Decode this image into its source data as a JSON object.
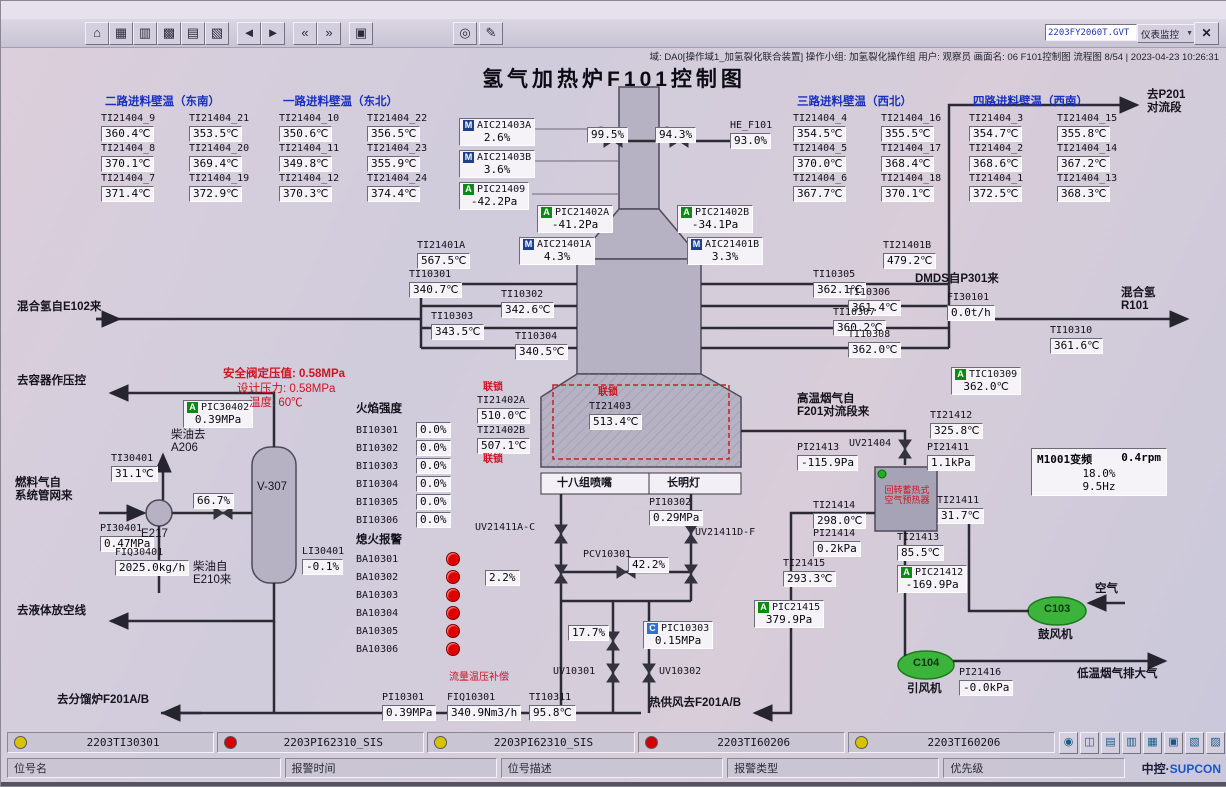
{
  "window": {
    "doc_field": "2203FY2060T.GVT",
    "view_combo": "仪表监控",
    "combo_arrow": "▼",
    "close_label": "✕"
  },
  "toolbar_icons": [
    {
      "name": "home",
      "glyph": "⌂"
    },
    {
      "name": "overview",
      "glyph": "▦"
    },
    {
      "name": "display",
      "glyph": "▥"
    },
    {
      "name": "windows",
      "glyph": "▩"
    },
    {
      "name": "trend",
      "glyph": "▤"
    },
    {
      "name": "group",
      "glyph": "▧"
    },
    {
      "name": "back",
      "glyph": "◄"
    },
    {
      "name": "forward",
      "glyph": "►"
    },
    {
      "name": "page-prev",
      "glyph": "«"
    },
    {
      "name": "page-next",
      "glyph": "»"
    },
    {
      "name": "report",
      "glyph": "▣"
    },
    {
      "name": "zoom",
      "glyph": "◎"
    },
    {
      "name": "edit",
      "glyph": "✎"
    }
  ],
  "header_info": "域: DA0[操作域1_加氢裂化联合装置]  操作小组: 加氢裂化操作组  用户: 观察员  画面名: 06 F101控制图  流程图 8/54 | 2023-04-23 10:26:31",
  "title": "氢气加热炉F101控制图",
  "wall_temp_groups": [
    {
      "title": "二路进料壁温（东南）",
      "cells": [
        [
          "TI21404_9",
          "360.4℃"
        ],
        [
          "TI21404_21",
          "353.5℃"
        ],
        [
          "TI21404_8",
          "370.1℃"
        ],
        [
          "TI21404_20",
          "369.4℃"
        ],
        [
          "TI21404_7",
          "371.4℃"
        ],
        [
          "TI21404_19",
          "372.9℃"
        ]
      ]
    },
    {
      "title": "一路进料壁温（东北）",
      "cells": [
        [
          "TI21404_10",
          "350.6℃"
        ],
        [
          "TI21404_22",
          "356.5℃"
        ],
        [
          "TI21404_11",
          "349.8℃"
        ],
        [
          "TI21404_23",
          "355.9℃"
        ],
        [
          "TI21404_12",
          "370.3℃"
        ],
        [
          "TI21404_24",
          "374.4℃"
        ]
      ]
    },
    {
      "title": "三路进料壁温（西北）",
      "cells": [
        [
          "TI21404_4",
          "354.5℃"
        ],
        [
          "TI21404_16",
          "355.5℃"
        ],
        [
          "TI21404_5",
          "370.0℃"
        ],
        [
          "TI21404_17",
          "368.4℃"
        ],
        [
          "TI21404_6",
          "367.7℃"
        ],
        [
          "TI21404_18",
          "370.1℃"
        ]
      ]
    },
    {
      "title": "四路进料壁温（西南）",
      "cells": [
        [
          "TI21404_3",
          "354.7℃"
        ],
        [
          "TI21404_15",
          "355.8℃"
        ],
        [
          "TI21404_2",
          "368.6℃"
        ],
        [
          "TI21404_14",
          "367.2℃"
        ],
        [
          "TI21404_1",
          "372.5℃"
        ],
        [
          "TI21404_13",
          "368.3℃"
        ]
      ]
    }
  ],
  "instruments": [
    {
      "id": "v99_5",
      "value": "99.5%"
    },
    {
      "id": "v94_3",
      "value": "94.3%"
    },
    {
      "id": "he_f101",
      "tag": "HE_F101",
      "value": "93.0%"
    },
    {
      "id": "aic21403a",
      "tag": "AIC21403A",
      "value": "2.6%",
      "badge": "M"
    },
    {
      "id": "aic21403b",
      "tag": "AIC21403B",
      "value": "3.6%",
      "badge": "M"
    },
    {
      "id": "pic21409",
      "tag": "PIC21409",
      "value": "-42.2Pa",
      "badge": "A"
    },
    {
      "id": "pic21402a",
      "tag": "PIC21402A",
      "value": "-41.2Pa",
      "badge": "A"
    },
    {
      "id": "pic21402b",
      "tag": "PIC21402B",
      "value": "-34.1Pa",
      "badge": "A"
    },
    {
      "id": "aic21401a",
      "tag": "AIC21401A",
      "value": "4.3%",
      "badge": "M"
    },
    {
      "id": "aic21401b",
      "tag": "AIC21401B",
      "value": "3.3%",
      "badge": "M"
    },
    {
      "id": "ti21401a",
      "tag": "TI21401A",
      "value": "567.5℃"
    },
    {
      "id": "ti21401b",
      "tag": "TI21401B",
      "value": "479.2℃"
    },
    {
      "id": "ti10301",
      "tag": "TI10301",
      "value": "340.7℃"
    },
    {
      "id": "ti10302",
      "tag": "TI10302",
      "value": "342.6℃"
    },
    {
      "id": "ti10303",
      "tag": "TI10303",
      "value": "343.5℃"
    },
    {
      "id": "ti10304",
      "tag": "TI10304",
      "value": "340.5℃"
    },
    {
      "id": "ti10305",
      "tag": "TI10305",
      "value": "362.1℃"
    },
    {
      "id": "ti10306",
      "tag": "TI10306",
      "value": "361.4℃"
    },
    {
      "id": "ti10307",
      "tag": "TI10307",
      "value": "360.2℃"
    },
    {
      "id": "ti10308",
      "tag": "TI10308",
      "value": "362.0℃"
    },
    {
      "id": "fi30101",
      "tag": "FI30101",
      "value": "0.0t/h"
    },
    {
      "id": "ti10310",
      "tag": "TI10310",
      "value": "361.6℃"
    },
    {
      "id": "ti21402a",
      "tag": "TI21402A",
      "value": "510.0℃"
    },
    {
      "id": "ti21402b",
      "tag": "TI21402B",
      "value": "507.1℃"
    },
    {
      "id": "ti21403",
      "tag": "TI21403",
      "value": "513.4℃"
    },
    {
      "id": "pi10302",
      "tag": "PI10302",
      "value": "0.29MPa"
    },
    {
      "id": "v2_2",
      "value": "2.2%"
    },
    {
      "id": "v42_2",
      "value": "42.2%"
    },
    {
      "id": "v17_7",
      "value": "17.7%"
    },
    {
      "id": "pic10303",
      "tag": "PIC10303",
      "value": "0.15MPa",
      "badge": "C"
    },
    {
      "id": "pi10301",
      "tag": "PI10301",
      "value": "0.39MPa"
    },
    {
      "id": "fiq10301",
      "tag": "FIQ10301",
      "value": "340.9Nm3/h"
    },
    {
      "id": "ti10311",
      "tag": "TI10311",
      "value": "95.8℃"
    },
    {
      "id": "tic10309",
      "tag": "TIC10309",
      "value": "362.0℃",
      "badge": "A"
    },
    {
      "id": "ti21412",
      "tag": "TI21412",
      "value": "325.8℃"
    },
    {
      "id": "pi21413",
      "tag": "PI21413",
      "value": "-115.9Pa"
    },
    {
      "id": "pi21411",
      "tag": "PI21411",
      "value": "1.1kPa"
    },
    {
      "id": "ti21414",
      "tag": "TI21414",
      "value": "298.0℃"
    },
    {
      "id": "pi21414",
      "tag": "PI21414",
      "value": "0.2kPa"
    },
    {
      "id": "ti21415",
      "tag": "TI21415",
      "value": "293.3℃"
    },
    {
      "id": "ti21411",
      "tag": "TI21411",
      "value": "31.7℃"
    },
    {
      "id": "ti21413",
      "tag": "TI21413",
      "value": "85.5℃"
    },
    {
      "id": "pic21412",
      "tag": "PIC21412",
      "value": "-169.9Pa",
      "badge": "A"
    },
    {
      "id": "pic21415",
      "tag": "PIC21415",
      "value": "379.9Pa",
      "badge": "A"
    },
    {
      "id": "pi21416",
      "tag": "PI21416",
      "value": "-0.0kPa"
    },
    {
      "id": "pic30402",
      "tag": "PIC30402",
      "value": "0.39MPa",
      "badge": "A"
    },
    {
      "id": "ti30401",
      "tag": "TI30401",
      "value": "31.1℃"
    },
    {
      "id": "v66_7",
      "value": "66.7%"
    },
    {
      "id": "pi30401",
      "tag": "PI30401",
      "value": "0.47MPa"
    },
    {
      "id": "fiq30401",
      "tag": "FIQ30401",
      "value": "2025.0kg/h"
    },
    {
      "id": "li30401",
      "tag": "LI30401",
      "value": "-0.1%"
    }
  ],
  "flame_intensity": {
    "label": "火焰强度",
    "rows": [
      [
        "BI10301",
        "0.0%"
      ],
      [
        "BI10302",
        "0.0%"
      ],
      [
        "BI10303",
        "0.0%"
      ],
      [
        "BI10304",
        "0.0%"
      ],
      [
        "BI10305",
        "0.0%"
      ],
      [
        "BI10306",
        "0.0%"
      ]
    ]
  },
  "flameout_alarms": {
    "label": "熄火报警",
    "rows": [
      "BA10301",
      "BA10302",
      "BA10303",
      "BA10304",
      "BA10305",
      "BA10306"
    ]
  },
  "vfd": {
    "tag": "M1001变频",
    "rpm": "0.4rpm",
    "percent": "18.0%",
    "freq": "9.5Hz"
  },
  "labels": [
    {
      "id": "goto_p201",
      "text": "去P201\n对流段",
      "cls": "bold"
    },
    {
      "id": "mix_h2_in",
      "text": "混合氢自E102来",
      "cls": "bold"
    },
    {
      "id": "dmds_in",
      "text": "DMDS自P301来",
      "cls": "bold"
    },
    {
      "id": "mix_h2_out",
      "text": "混合氢\nR101",
      "cls": "bold"
    },
    {
      "id": "to_pressure_ctrl",
      "text": "去容器作压控",
      "cls": "bold"
    },
    {
      "id": "safety_set",
      "text": "安全阀定压值: 0.58MPa",
      "cls": "red bold"
    },
    {
      "id": "design_press",
      "text": "设计压力: 0.58MPa",
      "cls": "red"
    },
    {
      "id": "temp60",
      "text": "温度: 60℃",
      "cls": "red"
    },
    {
      "id": "diesel_a206",
      "text": "柴油去\nA206"
    },
    {
      "id": "v307",
      "text": "V-307"
    },
    {
      "id": "e217",
      "text": "E217"
    },
    {
      "id": "fuel_gas_in",
      "text": "燃料气自\n系统管网来",
      "cls": "bold"
    },
    {
      "id": "diesel_e210",
      "text": "柴油自\nE210来"
    },
    {
      "id": "to_drain",
      "text": "去液体放空线",
      "cls": "bold"
    },
    {
      "id": "to_f201",
      "text": "去分馏炉F201A/B",
      "cls": "bold"
    },
    {
      "id": "comp_note",
      "text": "流量温压补偿",
      "cls": "red small"
    },
    {
      "id": "hot_air",
      "text": "热供风去F201A/B",
      "cls": "bold"
    },
    {
      "id": "flue_in",
      "text": "高温烟气自\nF201对流段来",
      "cls": "bold"
    },
    {
      "id": "uv21404",
      "text": "UV21404",
      "cls": "small"
    },
    {
      "id": "air",
      "text": "空气",
      "cls": "bold"
    },
    {
      "id": "flue_out",
      "text": "低温烟气排大气",
      "cls": "bold"
    },
    {
      "id": "uv21411ac",
      "text": "UV21411A-C",
      "cls": "small"
    },
    {
      "id": "uv21411df",
      "text": "UV21411D-F",
      "cls": "small"
    },
    {
      "id": "pcv10301",
      "text": "PCV10301",
      "cls": "small"
    },
    {
      "id": "uv10301",
      "text": "UV10301",
      "cls": "small"
    },
    {
      "id": "uv10302",
      "text": "UV10302",
      "cls": "small"
    },
    {
      "id": "interlock_a",
      "text": "联锁",
      "cls": "red small bold"
    },
    {
      "id": "interlock_b",
      "text": "联锁",
      "cls": "red small bold"
    },
    {
      "id": "interlock_c",
      "text": "联锁",
      "cls": "red small bold"
    },
    {
      "id": "nozzle",
      "text": "十八组喷嘴",
      "cls": "burner"
    },
    {
      "id": "pilot",
      "text": "长明灯",
      "cls": "burner"
    },
    {
      "id": "preheater",
      "text": "回转蓄热式\n空气预热器",
      "cls": "red tiny center"
    },
    {
      "id": "c103_tag",
      "text": "C103",
      "cls": "equip"
    },
    {
      "id": "c103_name",
      "text": "鼓风机",
      "cls": "bold"
    },
    {
      "id": "c104_tag",
      "text": "C104",
      "cls": "equip"
    },
    {
      "id": "c104_name",
      "text": "引风机",
      "cls": "bold"
    }
  ],
  "alarm_rows": [
    {
      "color": "yellow",
      "text": "2203TI30301"
    },
    {
      "color": "red",
      "text": "2203PI62310_SIS"
    },
    {
      "color": "yellow",
      "text": "2203PI62310_SIS"
    },
    {
      "color": "red",
      "text": "2203TI60206"
    },
    {
      "color": "yellow",
      "text": "2203TI60206"
    }
  ],
  "bottom_icons": [
    {
      "name": "camera",
      "glyph": "◉"
    },
    {
      "name": "screens",
      "glyph": "◫"
    },
    {
      "name": "report",
      "glyph": "▤"
    },
    {
      "name": "chart",
      "glyph": "▥"
    },
    {
      "name": "grid",
      "glyph": "▦"
    },
    {
      "name": "doc",
      "glyph": "▣"
    },
    {
      "name": "list",
      "glyph": "▧"
    },
    {
      "name": "window",
      "glyph": "▨"
    },
    {
      "name": "settings",
      "glyph": "◎"
    }
  ],
  "status_fields": [
    "位号名",
    "报警时间",
    "位号描述",
    "报警类型",
    "优先级"
  ],
  "brand": {
    "cn": "中控·",
    "en": "SUPCON"
  }
}
